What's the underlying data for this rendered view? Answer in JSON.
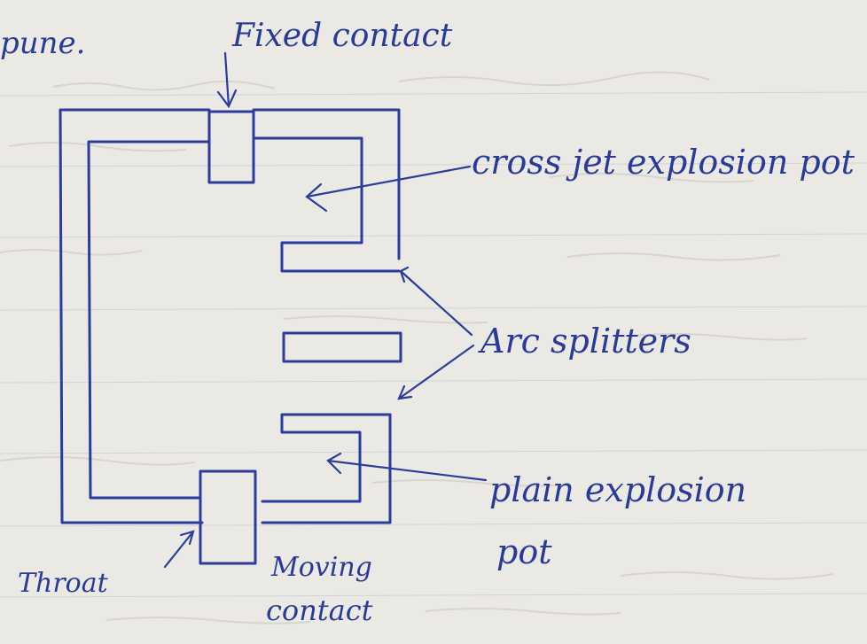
{
  "page_heading": "pune.",
  "labels": {
    "fixed_contact": "Fixed contact",
    "cross_jet_pot": "cross jet explosion pot",
    "arc_splitters": "Arc splitters",
    "plain_pot": "plain explosion",
    "plain_pot_2": "pot",
    "throat": "Throat",
    "moving_contact": "Moving",
    "moving_contact_2": "contact"
  },
  "colors": {
    "ink": "#2a3a9a",
    "paper": "#e9e7e2"
  }
}
